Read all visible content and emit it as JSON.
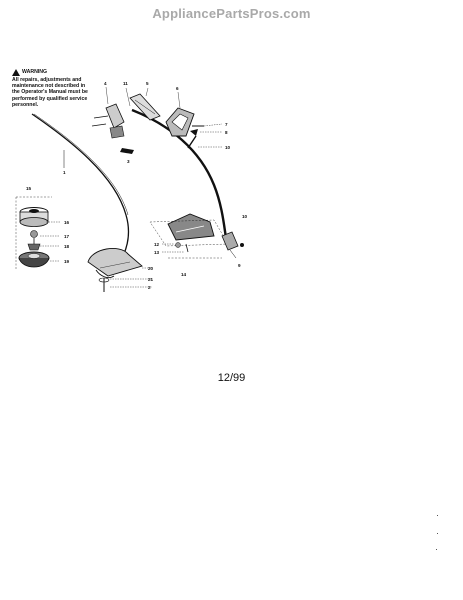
{
  "watermark": "AppliancePartsPros.com",
  "warning": {
    "title": "WARNING",
    "text": "All repairs, adjustments and maintenance not described in the Operator's Manual must be performed by qualified service personnel."
  },
  "part_labels": [
    "1",
    "2",
    "3",
    "4",
    "5",
    "6",
    "7",
    "8",
    "9",
    "10",
    "10",
    "11",
    "12",
    "13",
    "14",
    "15",
    "16",
    "17",
    "18",
    "19",
    "20",
    "21"
  ],
  "date_code": "12/99"
}
